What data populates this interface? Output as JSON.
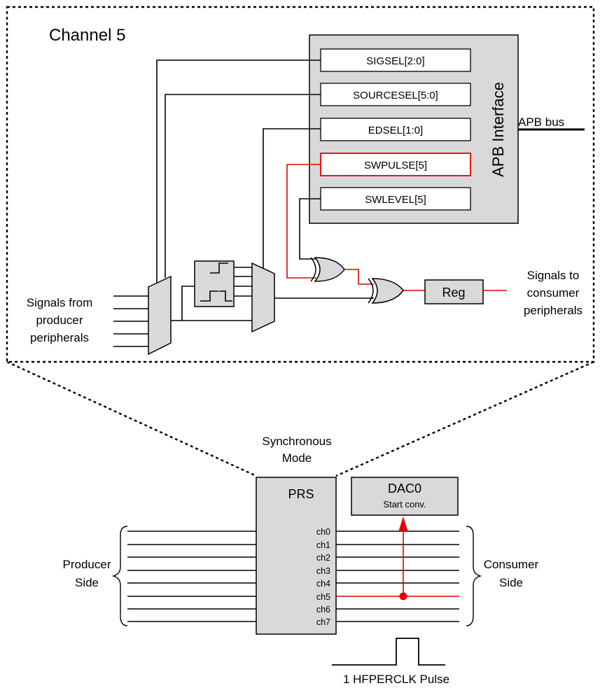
{
  "channel": {
    "title": "Channel 5"
  },
  "apb": {
    "interface_label": "APB Interface",
    "bus_label": "APB bus",
    "registers": [
      {
        "name": "SIGSEL[2:0]",
        "highlight": false
      },
      {
        "name": "SOURCESEL[5:0]",
        "highlight": false
      },
      {
        "name": "EDSEL[1:0]",
        "highlight": false
      },
      {
        "name": "SWPULSE[5]",
        "highlight": true
      },
      {
        "name": "SWLEVEL[5]",
        "highlight": false
      }
    ]
  },
  "labels": {
    "signals_from": [
      "Signals from",
      "producer",
      "peripherals"
    ],
    "signals_to": [
      "Signals to",
      "consumer",
      "peripherals"
    ],
    "reg": "Reg"
  },
  "prs": {
    "mode": [
      "Synchronous",
      "Mode"
    ],
    "name": "PRS",
    "channels": [
      "ch0",
      "ch1",
      "ch2",
      "ch3",
      "ch4",
      "ch5",
      "ch6",
      "ch7"
    ],
    "highlight_channel": "ch5",
    "producer_side": [
      "Producer",
      "Side"
    ],
    "consumer_side": [
      "Consumer",
      "Side"
    ]
  },
  "dac": {
    "name": "DAC0",
    "sub": "Start conv."
  },
  "pulse": {
    "label": "1 HFPERCLK Pulse"
  },
  "colors": {
    "highlight": "#e00000",
    "block_fill": "#d9d9d9"
  }
}
